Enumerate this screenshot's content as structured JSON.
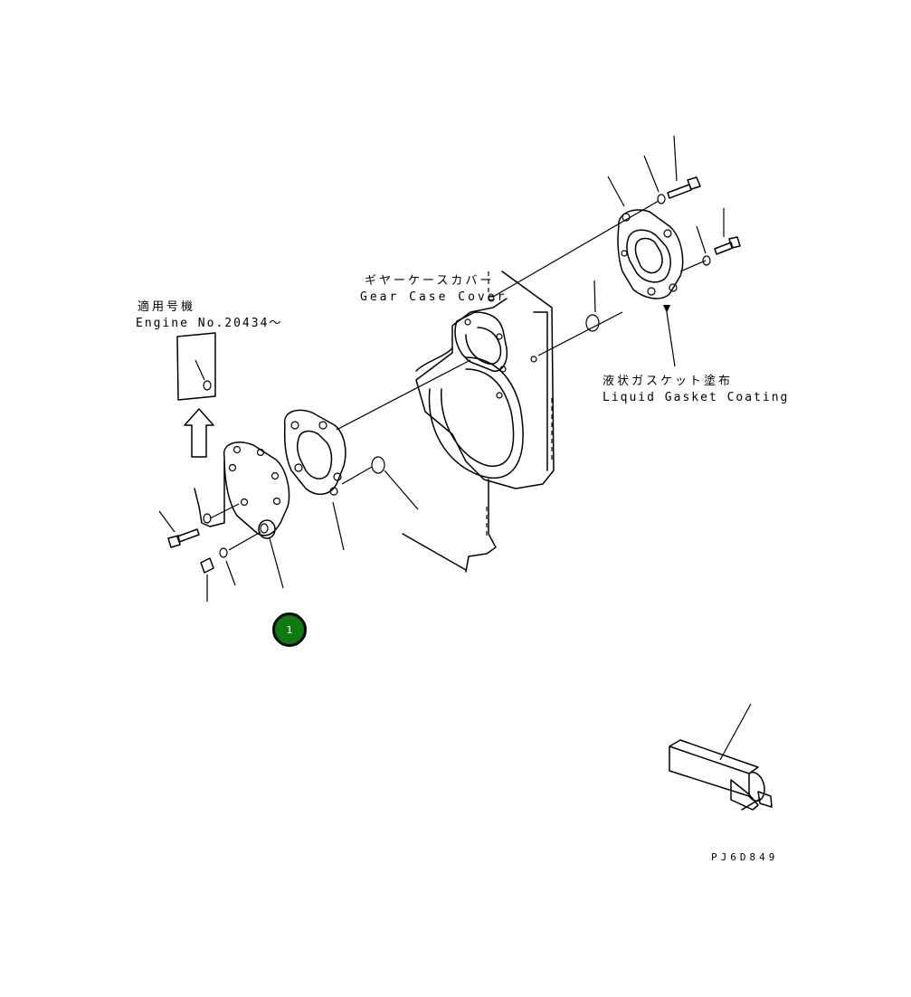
{
  "labels": {
    "gear_case_cover_jp": "ギヤーケースカバー",
    "gear_case_cover_en": "Gear Case Cover",
    "applicable_engine_jp": "適用号機",
    "applicable_engine_en": "Engine No.20434～",
    "liquid_gasket_jp": "液状ガスケット塗布",
    "liquid_gasket_en": "Liquid Gasket Coating",
    "drawing_code": "PJ6D849"
  },
  "callouts": [
    {
      "number": "1",
      "color": "#0e7a0e"
    }
  ]
}
